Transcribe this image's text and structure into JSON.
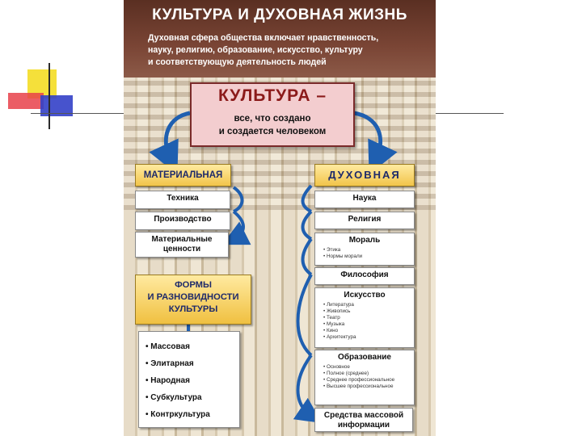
{
  "poster": {
    "title": "КУЛЬТУРА И ДУХОВНАЯ ЖИЗНЬ",
    "subtitle_lines": [
      "Духовная сфера общества включает нравственность,",
      "науку, религию, образование, искусство, культуру",
      "и соответствующую деятельность людей"
    ],
    "culture": {
      "title": "КУЛЬТУРА –",
      "desc_lines": [
        "все, что создано",
        "и создается человеком"
      ]
    },
    "material": {
      "heading": "МАТЕРИАЛЬНАЯ",
      "items": [
        "Техника",
        "Производство",
        "Материальные ценности"
      ]
    },
    "spiritual": {
      "heading": "ДУХОВНАЯ",
      "items": [
        {
          "label": "Наука",
          "sub": []
        },
        {
          "label": "Религия",
          "sub": []
        },
        {
          "label": "Мораль",
          "sub": [
            "Этика",
            "Нормы морали"
          ]
        },
        {
          "label": "Философия",
          "sub": []
        },
        {
          "label": "Искусство",
          "sub": [
            "Литература",
            "Живопись",
            "Театр",
            "Музыка",
            "Кино",
            "Архитектура"
          ]
        },
        {
          "label": "Образование",
          "sub": [
            "Основное",
            "Полное (среднее)",
            "Среднее профессиональное",
            "Высшее профессиональное"
          ]
        },
        {
          "label": "Средства массовой информации",
          "sub": []
        }
      ]
    },
    "forms": {
      "heading_lines": [
        "ФОРМЫ",
        "И РАЗНОВИДНОСТИ",
        "КУЛЬТУРЫ"
      ],
      "items": [
        "Массовая",
        "Элитарная",
        "Народная",
        "Субкультура",
        "Контркультура"
      ]
    }
  },
  "colors": {
    "header_bg": "#6e3d2e",
    "culture_box": "#f3cdcf",
    "heading_gold": "#f2c54a",
    "arrow_blue": "#1f5fb0",
    "deco_yellow": "#f5e03a",
    "deco_red": "#e8414a",
    "deco_blue": "#3340c8"
  }
}
